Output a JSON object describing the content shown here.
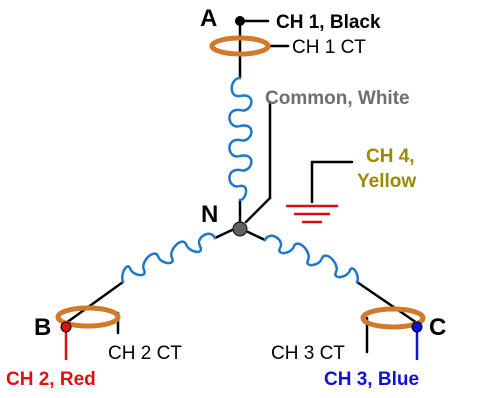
{
  "nodes": {
    "a": "A",
    "b": "B",
    "c": "C",
    "n": "N"
  },
  "labels": {
    "ch1": "CH 1, Black",
    "ch1_ct": "CH 1 CT",
    "common": "Common, White",
    "ch4_line1": "CH 4,",
    "ch4_line2": "Yellow",
    "ch2_ct": "CH 2 CT",
    "ch3_ct": "CH 3 CT",
    "ch2": "CH 2, Red",
    "ch3": "CH 3, Blue"
  },
  "colors": {
    "wire": "#000000",
    "coil": "#1f78c8",
    "ct_ring": "#d07a2a",
    "common_text": "#6e6e6e",
    "ch4": "#9a8a00",
    "ground": "#d01010",
    "ch2": "#e01010",
    "ch3": "#1010d8",
    "node_n": "#606060"
  }
}
